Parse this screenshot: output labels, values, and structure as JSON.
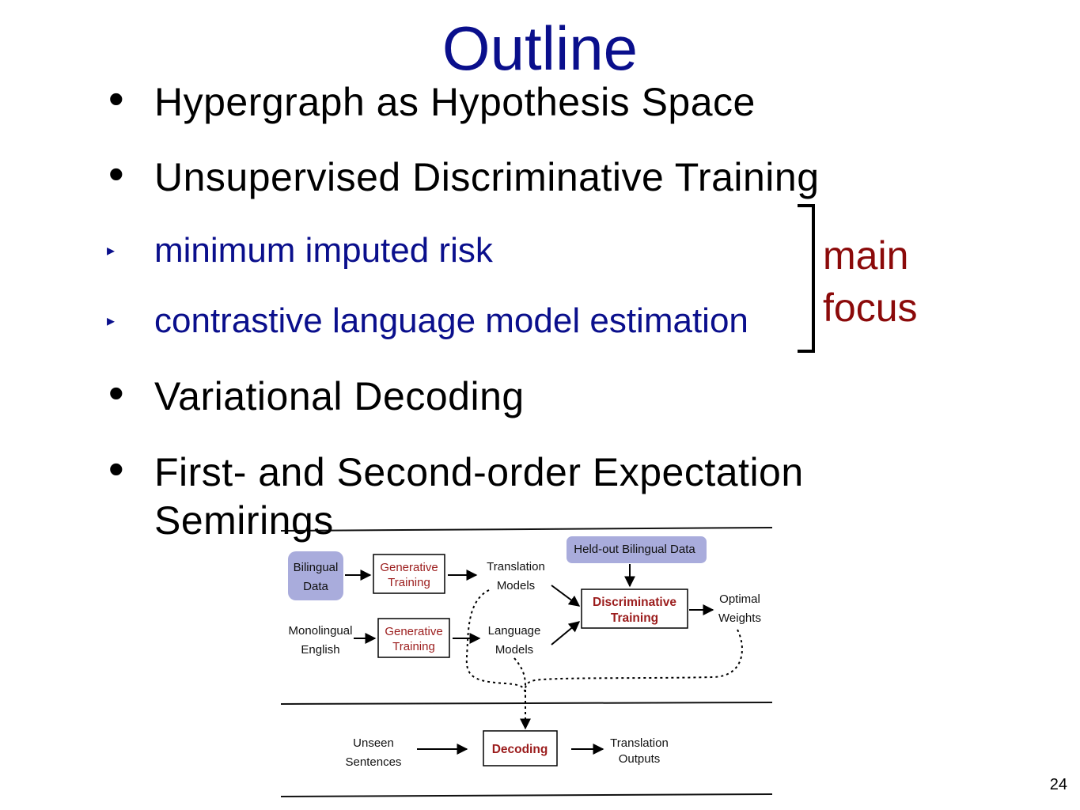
{
  "slide": {
    "title": "Outline",
    "page_number": "24"
  },
  "bullets": [
    "Hypergraph as Hypothesis Space",
    "Unsupervised Discriminative Training",
    "Variational Decoding",
    "First- and Second-order Expectation",
    "Semirings"
  ],
  "sub_bullets": [
    "minimum imputed risk",
    "contrastive language model estimation"
  ],
  "focus": {
    "line1": "main",
    "line2": "focus",
    "color": "#8b0a0a"
  },
  "diagram": {
    "bilingual_line1": "Bilingual",
    "bilingual_line2": "Data",
    "gen_training1_line1": "Generative",
    "gen_training1_line2": "Training",
    "translation_models_line1": "Translation",
    "translation_models_line2": "Models",
    "heldout": "Held-out Bilingual Data",
    "disc_training_line1": "Discriminative",
    "disc_training_line2": "Training",
    "optimal_line1": "Optimal",
    "optimal_line2": "Weights",
    "monolingual_line1": "Monolingual",
    "monolingual_line2": "English",
    "gen_training2_line1": "Generative",
    "gen_training2_line2": "Training",
    "language_models_line1": "Language",
    "language_models_line2": "Models",
    "unseen_line1": "Unseen",
    "unseen_line2": "Sentences",
    "decoding": "Decoding",
    "translation_outputs_line1": "Translation",
    "translation_outputs_line2": "Outputs"
  },
  "colors": {
    "title": "#0a0f8c",
    "sub_bullet": "#0a0f8c",
    "diagram_box_fill": "#a9acdc",
    "diagram_red": "#9b1c1c"
  }
}
